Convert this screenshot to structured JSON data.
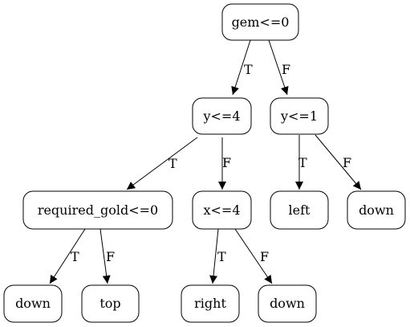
{
  "nodes": {
    "root": "gem<=0",
    "y4": "y<=4",
    "y1": "y<=1",
    "gold": "required_gold<=0",
    "x4": "x<=4",
    "left": "left",
    "down_r": "down",
    "down_l": "down",
    "top": "top",
    "right": "right",
    "down_m": "down"
  },
  "edges": {
    "root_y4": "T",
    "root_y1": "F",
    "y4_gold": "T",
    "y4_x4": "F",
    "y1_left": "T",
    "y1_down": "F",
    "gold_down": "T",
    "gold_top": "F",
    "x4_right": "T",
    "x4_down": "F"
  }
}
